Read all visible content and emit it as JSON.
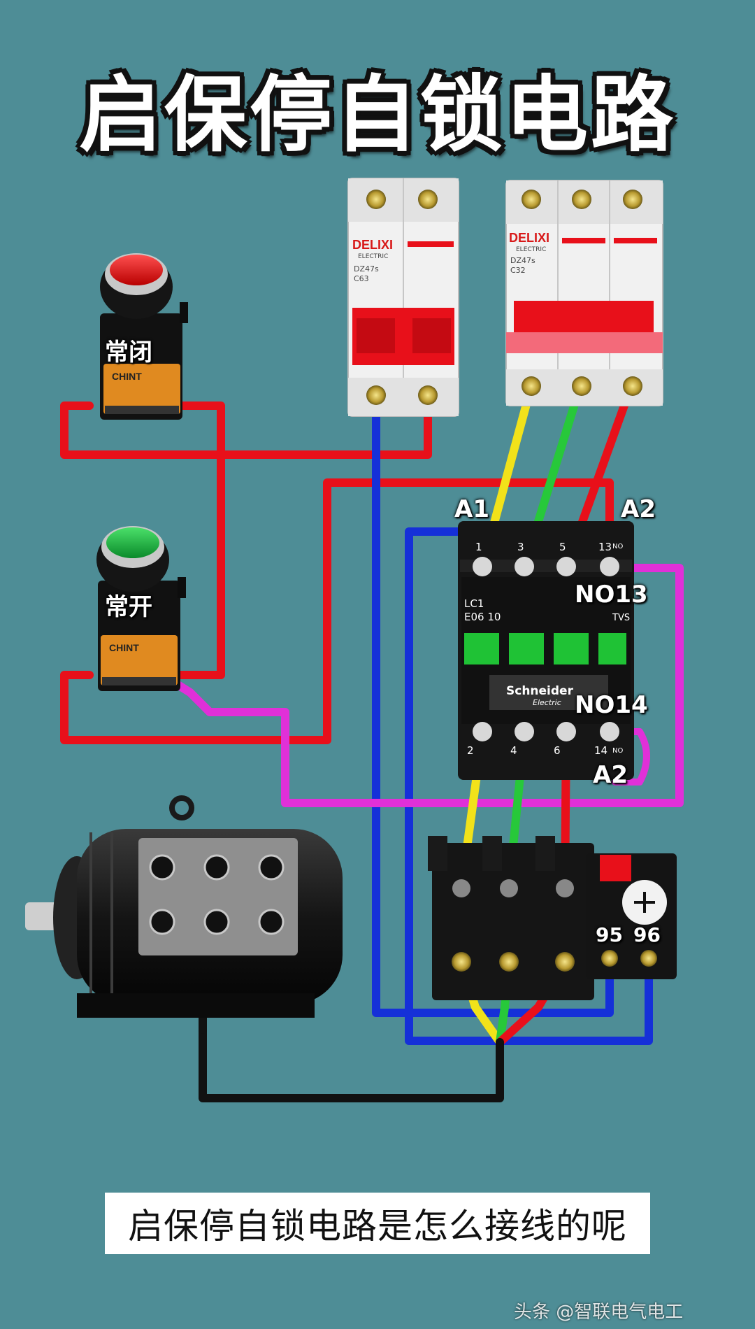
{
  "title": "启保停自锁电路",
  "caption": "启保停自锁电路是怎么接线的呢",
  "watermark": "头条 @智联电气电工",
  "buttons": {
    "stop": {
      "label": "常闭",
      "brand": "CHINT",
      "color": "#e01a1a"
    },
    "start": {
      "label": "常开",
      "brand": "CHINT",
      "color": "#19b43a"
    }
  },
  "breaker_2p": {
    "brand": "DELIXI",
    "sub": "ELECTRIC",
    "model": "DZ47s",
    "rating": "C63"
  },
  "breaker_3p": {
    "brand": "DELIXI",
    "sub": "ELECTRIC",
    "model": "DZ47s",
    "rating": "C32"
  },
  "contactor": {
    "model_line1": "LC1",
    "model_line2": "E06 10",
    "brand": "Schneider",
    "brand_sub": "Electric",
    "tvs": "TVS",
    "top_terminals": [
      "1",
      "3",
      "5",
      "13"
    ],
    "bottom_terminals": [
      "2",
      "4",
      "6",
      "14"
    ],
    "no_marks": [
      "NO",
      "NO"
    ]
  },
  "labels": {
    "a1": "A1",
    "a2_top": "A2",
    "no13": "NO13",
    "no14": "NO14",
    "a2_bottom": "A2",
    "t95": "95",
    "t96": "96"
  },
  "wire_colors": {
    "red": "#e8101a",
    "blue": "#1530d8",
    "yellow": "#f2e21a",
    "green": "#27c83a",
    "magenta": "#e030d8",
    "black": "#111111"
  }
}
